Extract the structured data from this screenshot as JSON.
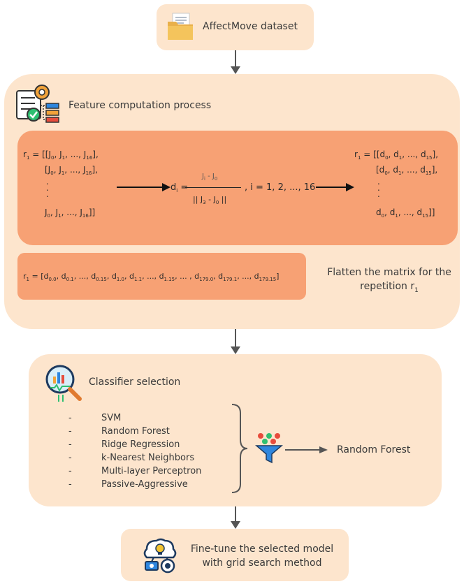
{
  "dataset": {
    "label": "AffectMove dataset",
    "icon": "folder-icon"
  },
  "feature": {
    "title": "Feature computation process",
    "icon": "gear-document-icon",
    "matrix_left": {
      "row1": {
        "pre": "r",
        "pre_sub": "1",
        "eq": " = [[J",
        "a_sub": "0",
        "b": ", J",
        "b_sub": "1",
        "c": ", ..., J",
        "c_sub": "16",
        "end": "],"
      },
      "row2": {
        "pre": "[J",
        "a_sub": "0",
        "b": ", J",
        "b_sub": "1",
        "c": ", ..., J",
        "c_sub": "16",
        "end": "],"
      },
      "row_last": {
        "pre": "J",
        "a_sub": "0",
        "b": ", J",
        "b_sub": "1",
        "c": ", ..., J",
        "c_sub": "16",
        "end": "]]"
      }
    },
    "formula": {
      "lhs": "d",
      "lhs_sub": "i",
      "eq": " =",
      "num": "J",
      "num_sub": "i",
      "num_mid": " - J",
      "num_sub2": "0",
      "den": "|| J",
      "den_sub": "3",
      "den_mid": " - J",
      "den_sub2": "0",
      "den_end": " ||",
      "range": ", i = 1, 2, ..., 16"
    },
    "matrix_right": {
      "row1": {
        "pre": "r",
        "pre_sub": "1",
        "eq": " = [[d",
        "a_sub": "0",
        "b": ", d",
        "b_sub": "1",
        "c": ", ..., d",
        "c_sub": "15",
        "end": "],"
      },
      "row2": {
        "pre": "[d",
        "a_sub": "0",
        "b": ", d",
        "b_sub": "1",
        "c": ", ..., d",
        "c_sub": "15",
        "end": "],"
      },
      "row_last": {
        "pre": "d",
        "a_sub": "0",
        "b": ", d",
        "b_sub": "1",
        "c": ", ..., d",
        "c_sub": "15",
        "end": "]]"
      }
    },
    "flat": {
      "r": "r",
      "r_sub": "1",
      "eq": " = [",
      "items": [
        {
          "t": "d",
          "s": "0.0",
          "sep": ", "
        },
        {
          "t": "d",
          "s": "0.1",
          "sep": ", ..., "
        },
        {
          "t": "d",
          "s": "0.15",
          "sep": ", "
        },
        {
          "t": "d",
          "s": "1.0",
          "sep": ", "
        },
        {
          "t": "d",
          "s": "1.1",
          "sep": ", ..., "
        },
        {
          "t": "d",
          "s": "1.15",
          "sep": ", ... , "
        },
        {
          "t": "d",
          "s": "179.0",
          "sep": ", "
        },
        {
          "t": "d",
          "s": "179.1",
          "sep": ", ..., "
        },
        {
          "t": "d",
          "s": "179.15",
          "sep": "]"
        }
      ]
    },
    "flatten_note_line1": "Flatten the matrix for the",
    "flatten_note_line2": "repetition r",
    "flatten_note_sub": "1"
  },
  "classifier": {
    "title": "Classifier selection",
    "icon": "chart-magnifier-icon",
    "dash": "-",
    "options": [
      "SVM",
      "Random Forest",
      "Ridge Regression",
      "k-Nearest Neighbors",
      "Multi-layer Perceptron",
      "Passive-Aggressive"
    ],
    "filter_icon": "funnel-icon",
    "result": "Random Forest"
  },
  "finetune": {
    "line1": "Fine-tune the selected model",
    "line2": "with grid search method",
    "icon": "brain-gear-icon"
  },
  "colors": {
    "panel": "#fde5cd",
    "inner": "#f7a174",
    "arrow": "#555555"
  }
}
